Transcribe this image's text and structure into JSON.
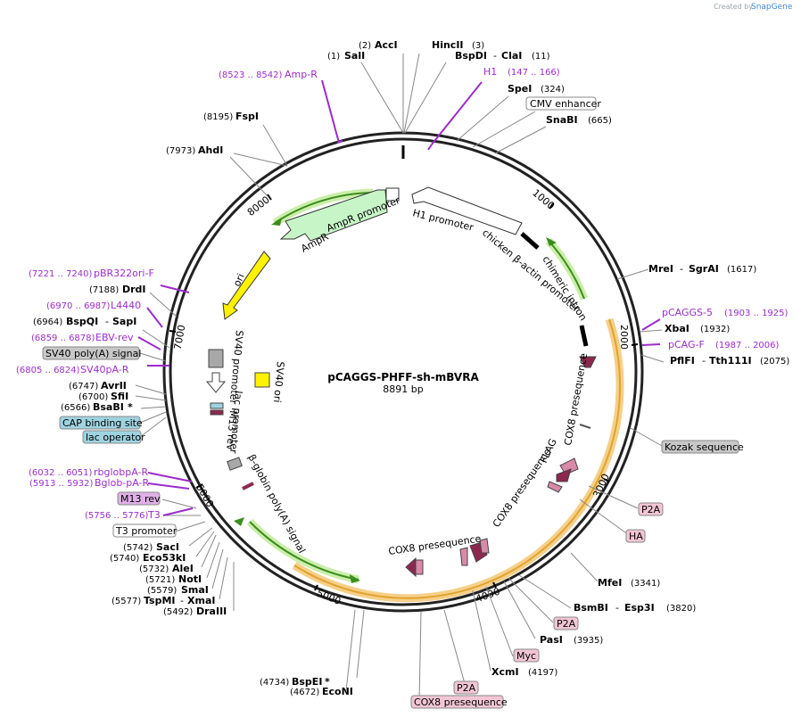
{
  "branding": {
    "prefix": "Created by",
    "name": "SnapGene"
  },
  "plasmid": {
    "name": "pCAGGS-PHFF-sh-mBVRA",
    "size": "8891 bp"
  },
  "ticks": [
    "1000",
    "2000",
    "3000",
    "4000",
    "5000",
    "6000",
    "7000",
    "8000"
  ],
  "sites": [
    {
      "name": "AccI",
      "pos": "(2)"
    },
    {
      "name": "HincII",
      "pos": "(3)"
    },
    {
      "name": "SalI",
      "pos": "(1)"
    },
    {
      "name": "BspDI",
      "pos": "(11)",
      "alt": "ClaI"
    },
    {
      "name": "SpeI",
      "pos": "(324)"
    },
    {
      "name": "SnaBI",
      "pos": "(665)"
    },
    {
      "name": "MreI",
      "pos": "(1617)",
      "alt": "SgrAI"
    },
    {
      "name": "XbaI",
      "pos": "(1932)"
    },
    {
      "name": "PflFI",
      "pos": "(2075)",
      "alt": "Tth111I"
    },
    {
      "name": "MfeI",
      "pos": "(3341)"
    },
    {
      "name": "BsmBI",
      "pos": "(3820)",
      "alt": "Esp3I"
    },
    {
      "name": "PasI",
      "pos": "(3935)"
    },
    {
      "name": "XcmI",
      "pos": "(4197)"
    },
    {
      "name": "BspEI",
      "pos": "(4734)",
      "star": "*"
    },
    {
      "name": "EcoNI",
      "pos": "(4672)"
    },
    {
      "name": "DraIII",
      "pos": "(5492)"
    },
    {
      "name": "TspMI",
      "pos": "(5577)",
      "alt": "XmaI"
    },
    {
      "name": "SmaI",
      "pos": "(5579)"
    },
    {
      "name": "NotI",
      "pos": "(5721)"
    },
    {
      "name": "AleI",
      "pos": "(5732)"
    },
    {
      "name": "Eco53kI",
      "pos": "(5740)"
    },
    {
      "name": "SacI",
      "pos": "(5742)"
    },
    {
      "name": "BsaBI",
      "pos": "(6566)",
      "star": "*"
    },
    {
      "name": "SfiI",
      "pos": "(6700)"
    },
    {
      "name": "AvrII",
      "pos": "(6747)"
    },
    {
      "name": "BspQI",
      "pos": "(6964)",
      "alt": "SapI"
    },
    {
      "name": "DrdI",
      "pos": "(7188)"
    },
    {
      "name": "AhdI",
      "pos": "(7973)"
    },
    {
      "name": "FspI",
      "pos": "(8195)"
    }
  ],
  "primers": [
    {
      "name": "Amp-R",
      "pos": "(8523 .. 8542)"
    },
    {
      "name": "H1",
      "pos": "(147 .. 166)"
    },
    {
      "name": "pCAGGS-5",
      "pos": "(1903 .. 1925)"
    },
    {
      "name": "pCAG-F",
      "pos": "(1987 .. 2006)"
    },
    {
      "name": "pBR322ori-F",
      "pos": "(7221 .. 7240)"
    },
    {
      "name": "L4440",
      "pos": "(6970 .. 6987)"
    },
    {
      "name": "EBV-rev",
      "pos": "(6859 .. 6878)"
    },
    {
      "name": "SV40pA-R",
      "pos": "(6805 .. 6824)"
    },
    {
      "name": "rbglobpA-R",
      "pos": "(6032 .. 6051)"
    },
    {
      "name": "Bglob-pA-R",
      "pos": "(5913 .. 5932)"
    },
    {
      "name": "T3",
      "pos": "(5756 .. 5776)"
    }
  ],
  "boxes": [
    {
      "text": "CMV enhancer",
      "color": "#ffffff"
    },
    {
      "text": "Kozak sequence",
      "color": "#c8c8c8"
    },
    {
      "text": "P2A",
      "color": "#f2c6d4"
    },
    {
      "text": "HA",
      "color": "#f2c6d4"
    },
    {
      "text": "P2A",
      "color": "#f2c6d4"
    },
    {
      "text": "Myc",
      "color": "#f2c6d4"
    },
    {
      "text": "P2A",
      "color": "#f2c6d4"
    },
    {
      "text": "COX8 presequence",
      "color": "#f2c6d4"
    },
    {
      "text": "M13 rev",
      "color": "#e0b0e8"
    },
    {
      "text": "T3 promoter",
      "color": "#ffffff"
    },
    {
      "text": "SV40 poly(A) signal",
      "color": "#c8c8c8"
    },
    {
      "text": "CAP binding site",
      "color": "#9fd3e0"
    },
    {
      "text": "lac operator",
      "color": "#9fd3e0"
    }
  ],
  "features": {
    "ampr_promoter": "AmpR promoter",
    "ampr": "AmpR",
    "h1_promoter": "H1 promoter",
    "chicken_actin": "chicken β-actin promoter",
    "chimeric_intron": "chimeric intron",
    "ori": "ori",
    "sv40_promoter": "SV40 promoter",
    "sv40_ori": "SV40 ori",
    "lac_promoter": "lac promoter",
    "m13_rev": "M13 rev",
    "bglobin": "β-globin poly(A) signal",
    "cox8_1": "COX8 presequence",
    "flag": "FLAG",
    "cox8_2": "COX8 presequence",
    "cox8_3": "COX8 presequence"
  },
  "colors": {
    "ring": "#222222",
    "primer": "#9c2ccb",
    "orange": "#f0b03c",
    "green_arrow": "#3c8c1e",
    "ori": "#fff200",
    "ampr": "#c8f5c8",
    "cox8": "#8c2850",
    "pink": "#d98aa8"
  }
}
